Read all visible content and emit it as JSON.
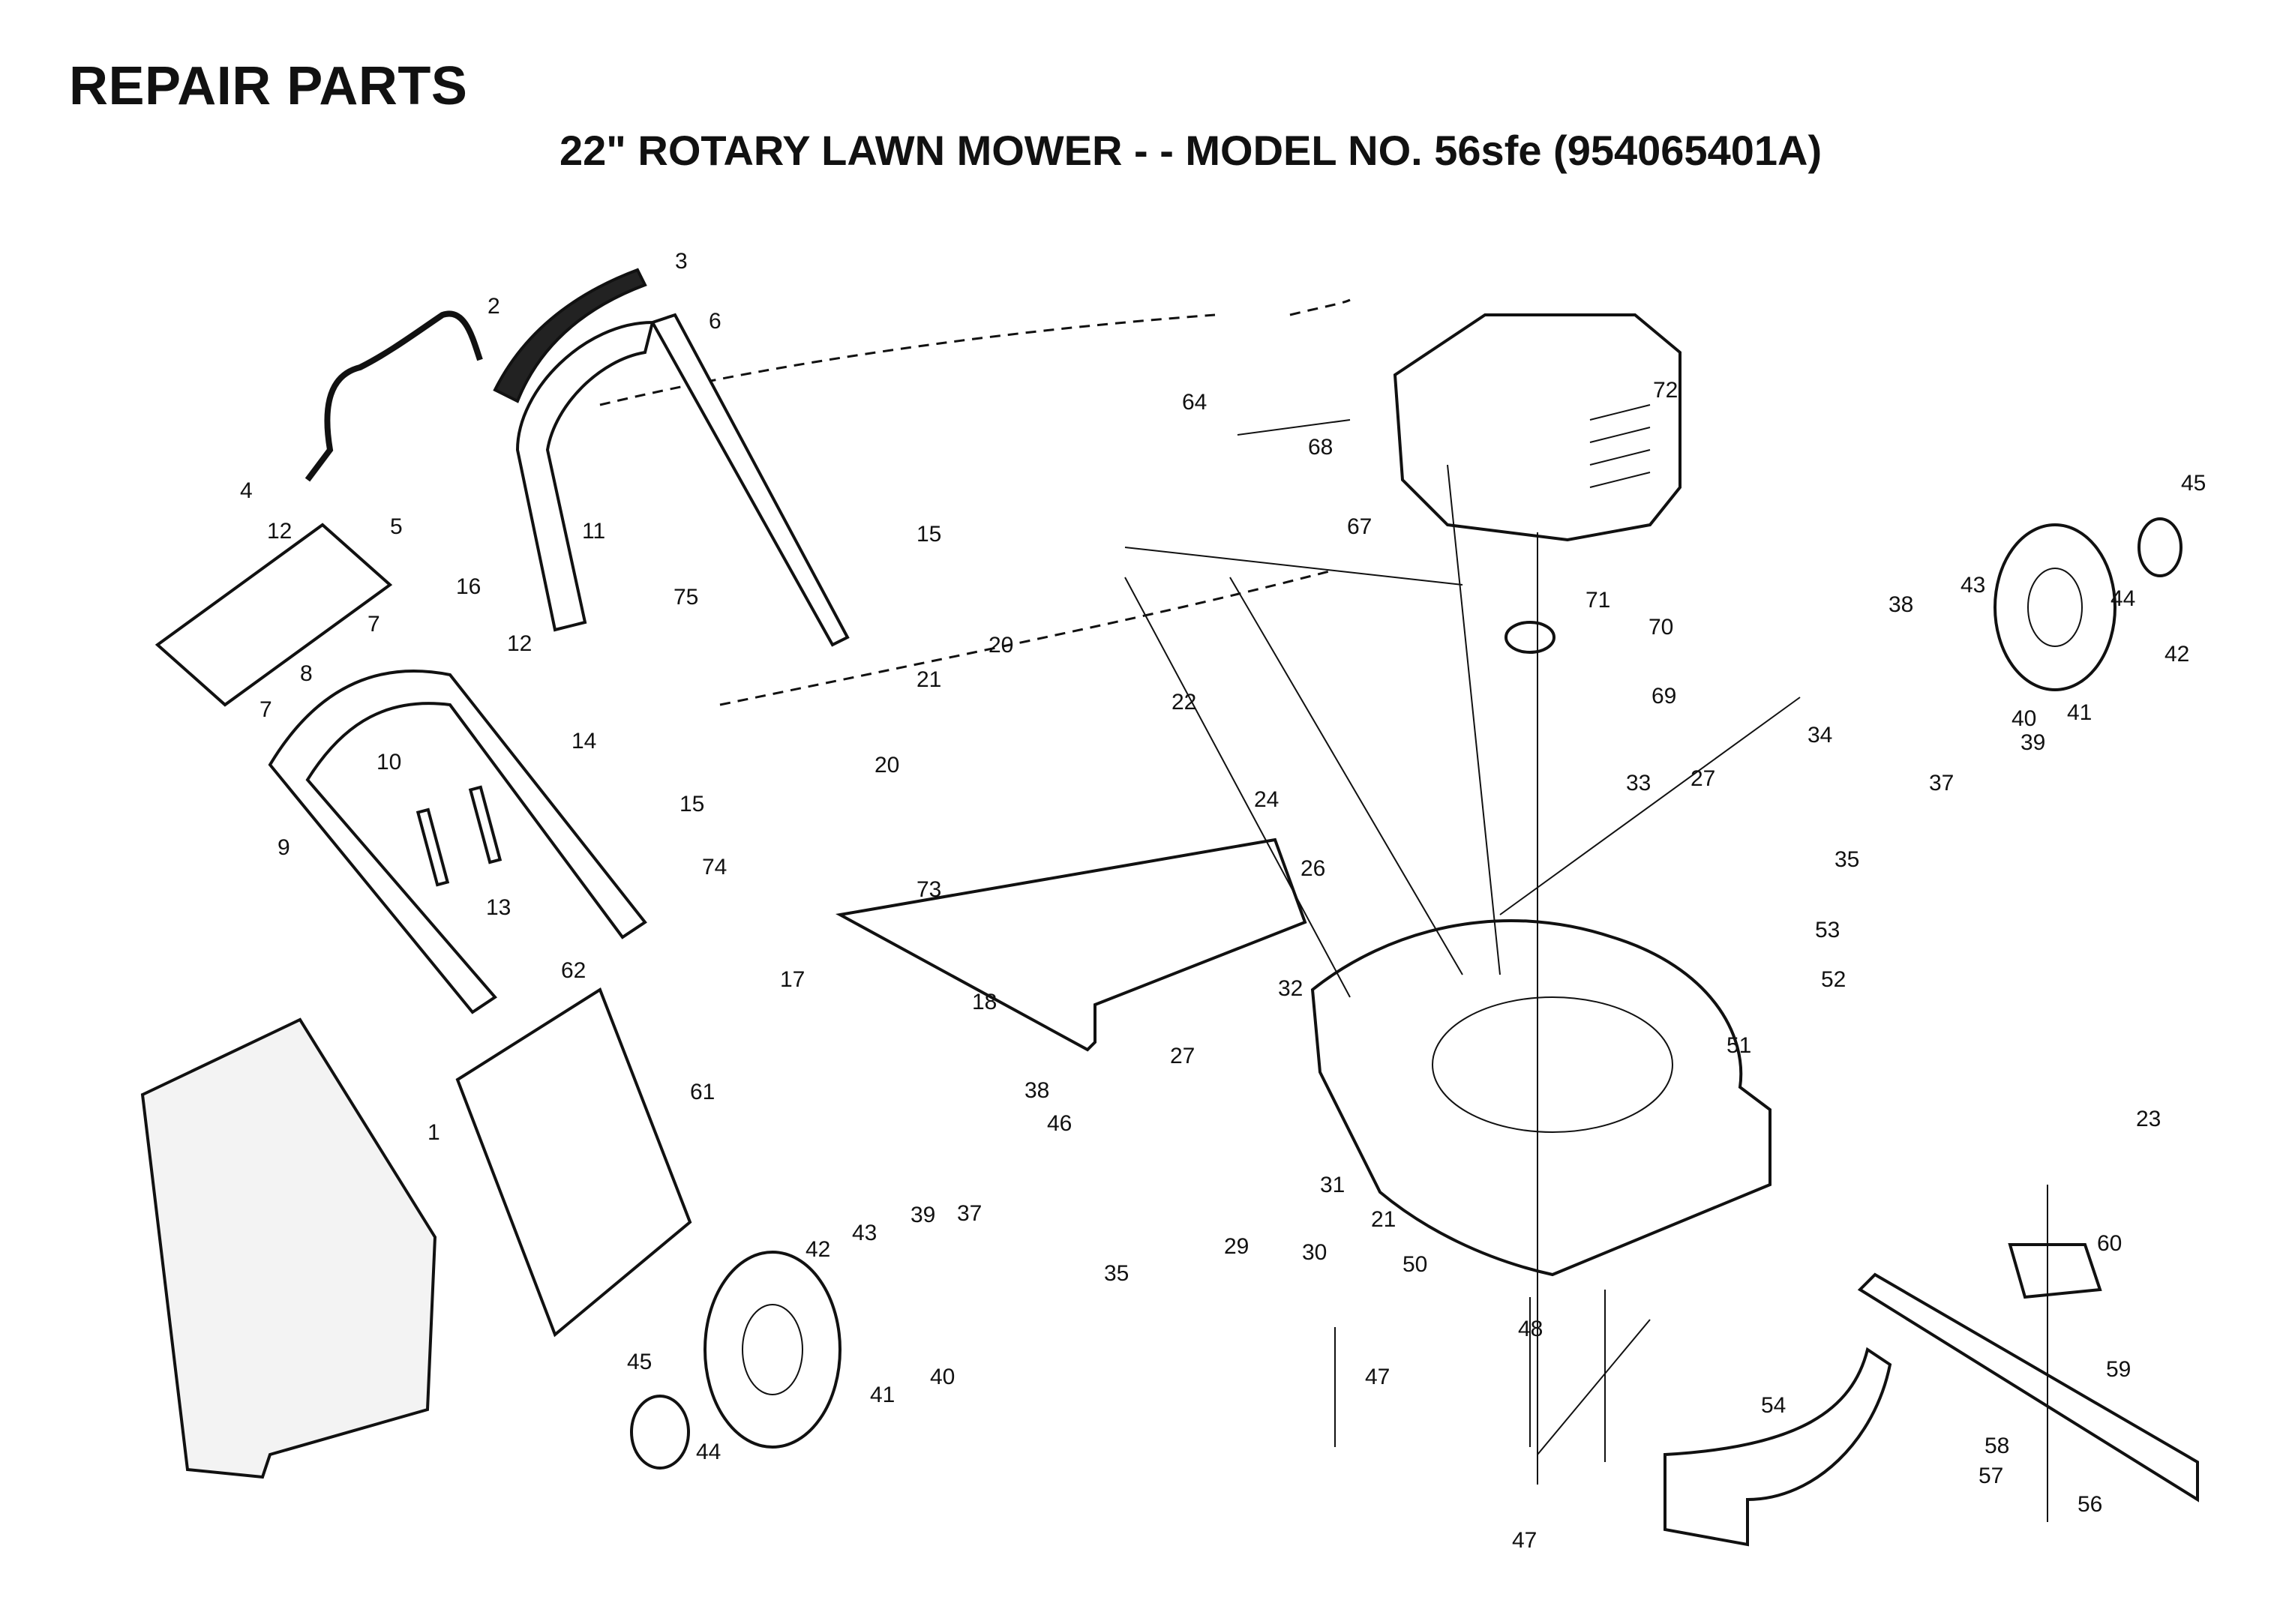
{
  "header": {
    "title": "REPAIR PARTS",
    "subtitle": "22\" ROTARY LAWN MOWER - - MODEL NO. 56sfe (954065401A)"
  },
  "diagram": {
    "callouts": [
      "1",
      "2",
      "3",
      "4",
      "5",
      "6",
      "7",
      "7",
      "8",
      "9",
      "10",
      "11",
      "12",
      "12",
      "13",
      "14",
      "15",
      "15",
      "16",
      "17",
      "18",
      "20",
      "20",
      "21",
      "21",
      "22",
      "23",
      "24",
      "26",
      "27",
      "27",
      "29",
      "30",
      "31",
      "32",
      "33",
      "34",
      "35",
      "35",
      "37",
      "37",
      "38",
      "38",
      "39",
      "39",
      "40",
      "40",
      "41",
      "41",
      "42",
      "42",
      "43",
      "43",
      "44",
      "44",
      "45",
      "45",
      "46",
      "47",
      "47",
      "48",
      "50",
      "51",
      "52",
      "53",
      "54",
      "56",
      "57",
      "58",
      "59",
      "60",
      "61",
      "62",
      "64",
      "67",
      "68",
      "69",
      "70",
      "71",
      "72",
      "73",
      "74",
      "75"
    ]
  }
}
